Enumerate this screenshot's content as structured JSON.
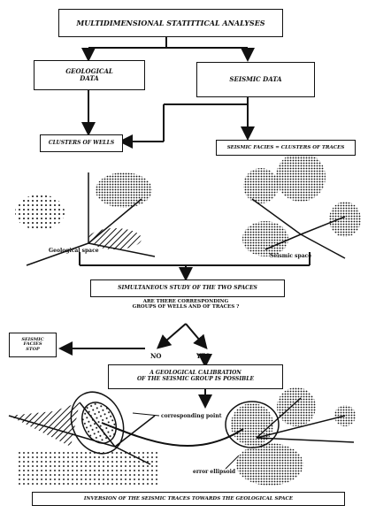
{
  "title": "MULTIDIMENSIONAL STATITTICAL ANALYSES",
  "geological_data": "GEOLOGICAL\nDATA",
  "seismic_data": "SEISMIC DATA",
  "clusters_of_wells": "CLUSTERS OF WELLS",
  "seismic_facies_clusters": "SEISMIC FACIES = CLUSTERS OF TRACES",
  "geological_space": "Geological space",
  "seismic_space": "Seismic space",
  "simultaneous_study": "SIMULTANEOUS STUDY OF THE TWO SPACES",
  "question": "ARE THERE CORRESPONDING\nGROUPS OF WELLS AND OF TRACES ?",
  "no": "NO",
  "yes": "YES",
  "seismic_facies_stop": "SEISMIC\nFACIES\nSTOP",
  "calibration": "A GEOLOGICAL CALIBRATION\nOF THE SEISMIC GROUP IS POSSIBLE",
  "corresponding_point": "corresponding point",
  "error_ellipsoid": "error ellipsoid",
  "inversion": "INVERSION OF THE SEISMIC TRACES TOWARDS THE GEOLOGICAL SPACE"
}
